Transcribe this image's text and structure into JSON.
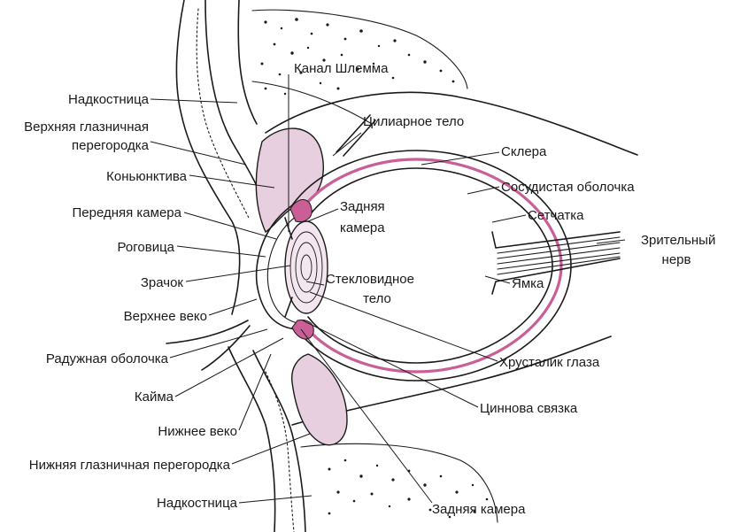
{
  "labels": {
    "periosteum_top": "Надкостница",
    "upper_septum_1": "Верхняя глазничная",
    "upper_septum_2": "перегородка",
    "conjunctiva": "Коньюнктива",
    "anterior_chamber": "Передняя камера",
    "cornea": "Роговица",
    "pupil": "Зрачок",
    "upper_eyelid": "Верхнее веко",
    "iris": "Радужная оболочка",
    "rim": "Кайма",
    "lower_eyelid": "Нижнее веко",
    "lower_septum": "Нижняя глазничная перегородка",
    "periosteum_bottom": "Надкостница",
    "schlemm_canal": "Канал Шлемма",
    "ciliary_body": "Цилиарное тело",
    "sclera": "Склера",
    "choroid": "Сосудистая оболочка",
    "retina": "Сетчатка",
    "optic_nerve_1": "Зрительный",
    "optic_nerve_2": "нерв",
    "posterior_chamber_top_1": "Задняя",
    "posterior_chamber_top_2": "камера",
    "vitreous_1": "Стекловидное",
    "vitreous_2": "тело",
    "fovea": "Ямка",
    "lens": "Хрусталик глаза",
    "zonule": "Циннова связка",
    "posterior_chamber_bottom": "Задняя камера"
  },
  "colors": {
    "ink": "#1a1a1a",
    "tissue_fill": "#e8cfe0",
    "choroid": "#c95f96",
    "background": "#ffffff"
  }
}
